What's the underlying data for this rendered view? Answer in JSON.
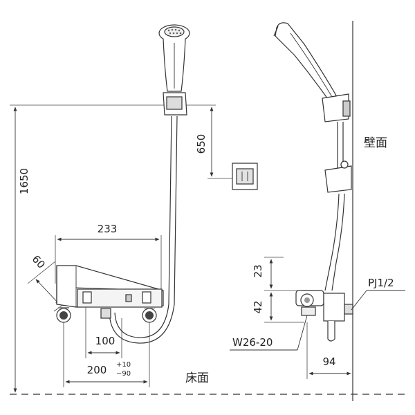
{
  "labels": {
    "wall_surface": "壁面",
    "floor_surface": "床面"
  },
  "dimensions": {
    "height_total": "1650",
    "holder_distance": "650",
    "body_width": "233",
    "depth_angle": "60",
    "pipe_spacing": "100",
    "spacing_total_base": "200",
    "spacing_tol_plus": "+10",
    "spacing_tol_minus": "−90",
    "side_upper": "23",
    "side_lower": "42",
    "outlet_depth": "94"
  },
  "threads": {
    "outlet_thread": "W26-20",
    "inlet_thread": "PJ1/2"
  }
}
